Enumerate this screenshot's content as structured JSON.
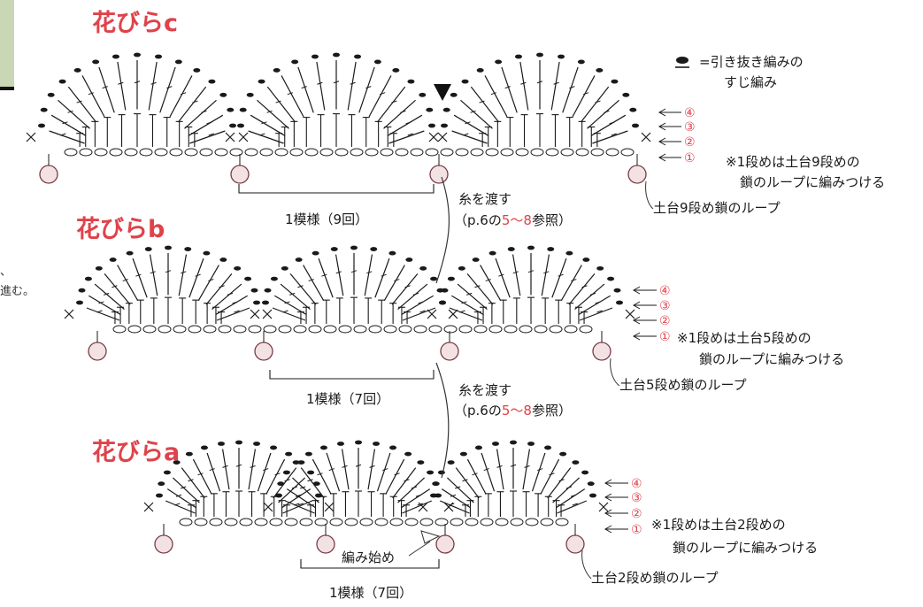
{
  "panels": [
    {
      "id": "c",
      "title": "花びらc",
      "repeat_label": "1模様（9回）",
      "note_line1": "※1段めは土台9段めの",
      "note_line2": "鎖のループに編みつける",
      "base_label": "土台9段め鎖のループ"
    },
    {
      "id": "b",
      "title": "花びらb",
      "repeat_label": "1模様（7回）",
      "note_line1": "※1段めは土台5段めの",
      "note_line2": "鎖のループに編みつける",
      "base_label": "土台5段め鎖のループ"
    },
    {
      "id": "a",
      "title": "花びらa",
      "repeat_label": "1模様（7回）",
      "note_line1": "※1段めは土台2段めの",
      "note_line2": "鎖のループに編みつける",
      "base_label": "土台2段め鎖のループ"
    }
  ],
  "rows": [
    "①",
    "②",
    "③",
    "④"
  ],
  "legend": {
    "line1": "=引き抜き編みの",
    "line2": "すじ編み"
  },
  "yarn_pass": {
    "line1": "糸を渡す",
    "line2": "（p.6の",
    "range": "5〜8",
    "line3": "参照）"
  },
  "start_label": "編み始め",
  "edge_text": {
    "line1": "、",
    "line2": "進む。"
  },
  "colors": {
    "title": "#e0424a",
    "ink": "#1a1a1a",
    "accent_box": "#c9d7b4"
  }
}
